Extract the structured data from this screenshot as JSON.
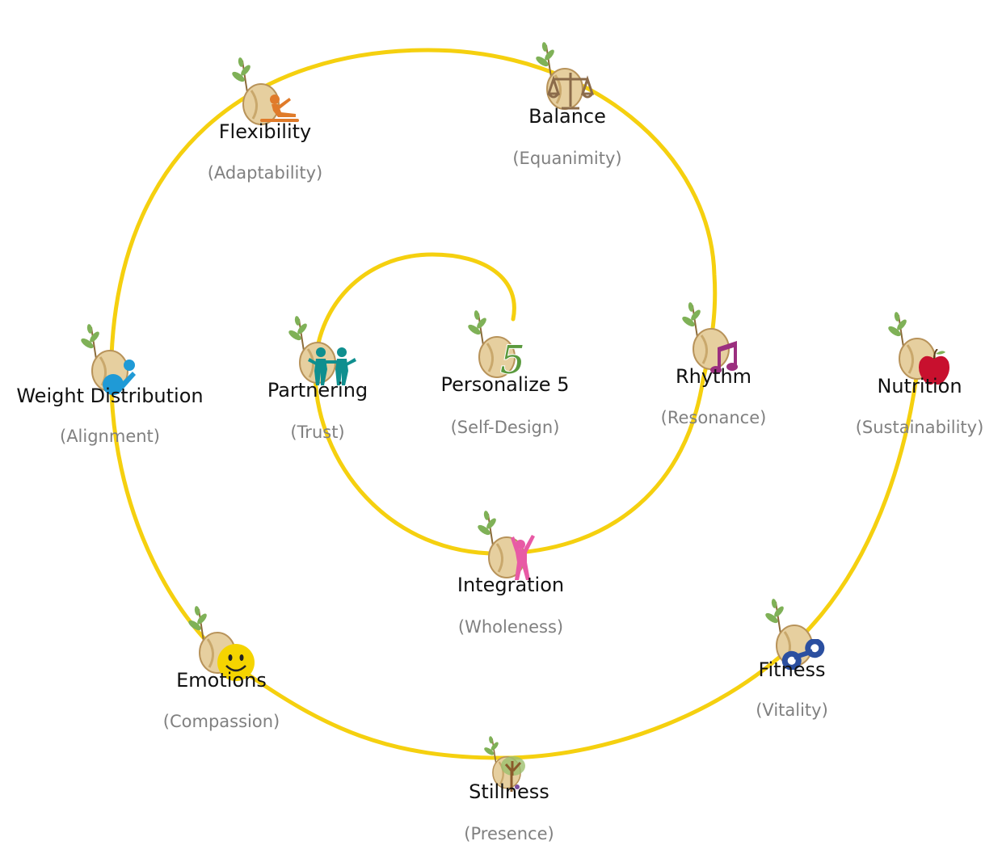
{
  "spiral_color": "#f5d00f",
  "seed": {
    "shell_light": "#e6cf9f",
    "shell_dark": "#b8935a",
    "leaf": "#7fb157",
    "stem": "#8b6b3a"
  },
  "nodes": [
    {
      "id": "personalize",
      "title": "Personalize 5",
      "subtitle": "(Self-Design)",
      "icon": "number-five-icon",
      "icon_color": "#5a9a3e"
    },
    {
      "id": "partnering",
      "title": "Partnering",
      "subtitle": "(Trust)",
      "icon": "two-people-icon",
      "icon_color": "#0f8f8f"
    },
    {
      "id": "balance",
      "title": "Balance",
      "subtitle": "(Equanimity)",
      "icon": "scales-icon",
      "icon_color": "#8b6b4a"
    },
    {
      "id": "flexibility",
      "title": "Flexibility",
      "subtitle": "(Adaptability)",
      "icon": "stretching-person-icon",
      "icon_color": "#e07b2a"
    },
    {
      "id": "weight",
      "title": "Weight Distribution",
      "subtitle": "(Alignment)",
      "icon": "sitting-person-icon",
      "icon_color": "#1f9ad6"
    },
    {
      "id": "integration",
      "title": "Integration",
      "subtitle": "(Wholeness)",
      "icon": "stretching-figure-icon",
      "icon_color": "#e85aa5"
    },
    {
      "id": "rhythm",
      "title": "Rhythm",
      "subtitle": "(Resonance)",
      "icon": "music-note-icon",
      "icon_color": "#9b2f7f"
    },
    {
      "id": "nutrition",
      "title": "Nutrition",
      "subtitle": "(Sustainability)",
      "icon": "apple-icon",
      "icon_color": "#c8102e"
    },
    {
      "id": "fitness",
      "title": "Fitness",
      "subtitle": "(Vitality)",
      "icon": "dumbbell-icon",
      "icon_color": "#2b4fa0"
    },
    {
      "id": "stillness",
      "title": "Stillness",
      "subtitle": "(Presence)",
      "icon": "tree-icon",
      "icon_color": "#8b5a2b"
    },
    {
      "id": "emotions",
      "title": "Emotions",
      "subtitle": "(Compassion)",
      "icon": "smiley-face-icon",
      "icon_color": "#f5d400"
    }
  ]
}
